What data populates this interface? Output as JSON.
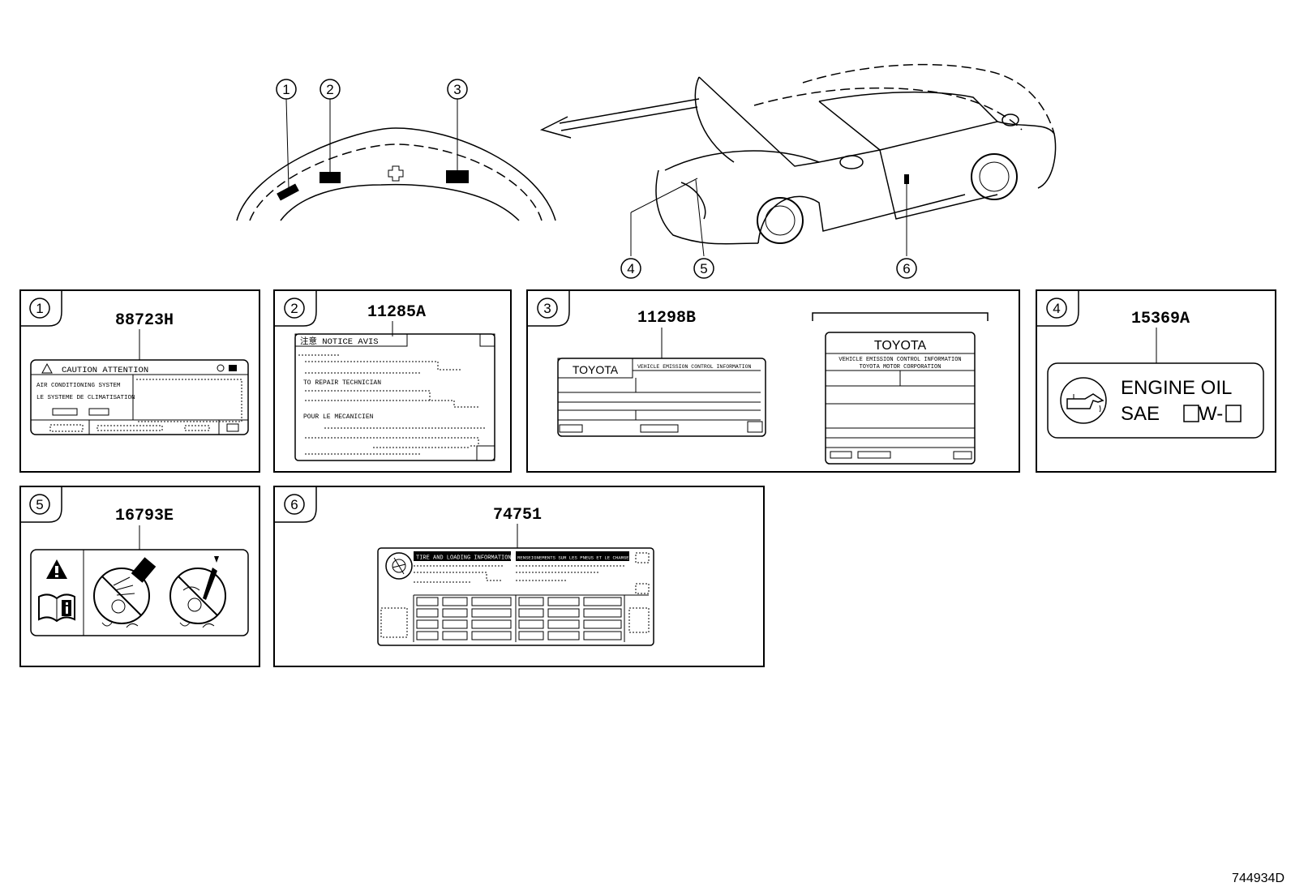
{
  "callouts": [
    "1",
    "2",
    "3",
    "4",
    "5",
    "6"
  ],
  "panels": [
    {
      "index": "1",
      "part_number": "88723H",
      "label": {
        "header": "CAUTION  ATTENTION",
        "lines": [
          "AIR CONDITIONING SYSTEM",
          "LE SYSTEME DE CLIMATISATION"
        ]
      }
    },
    {
      "index": "2",
      "part_number": "11285A",
      "label": {
        "header": "注意  NOTICE  AVIS",
        "lines": [
          "TO REPAIR TECHNICIAN",
          "POUR LE MECANICIEN"
        ]
      }
    },
    {
      "index": "3",
      "part_number": "11298B",
      "label": {
        "brand": "TOYOTA",
        "heading": "VEHICLE EMISSION CONTROL INFORMATION"
      },
      "label_large": {
        "brand": "TOYOTA",
        "heading": "VEHICLE EMISSION CONTROL INFORMATION",
        "maker": "TOYOTA MOTOR CORPORATION"
      }
    },
    {
      "index": "4",
      "part_number": "15369A",
      "label": {
        "line1": "ENGINE  OIL",
        "sae": "SAE",
        "w": "W-"
      }
    },
    {
      "index": "5",
      "part_number": "16793E"
    },
    {
      "index": "6",
      "part_number": "74751",
      "label": {
        "header_left": "TIRE AND LOADING INFORMATION",
        "header_right": "RENSEIGNEMENTS SUR LES PNEUS ET LE CHARGEMENT"
      }
    }
  ],
  "diagram_id": "744934D"
}
